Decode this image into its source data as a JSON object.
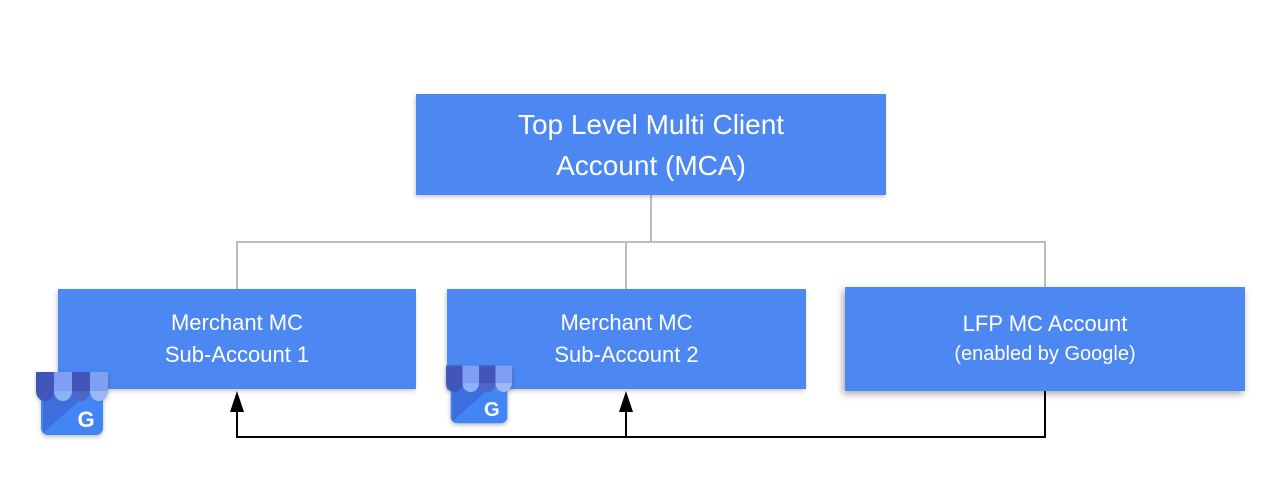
{
  "diagram": {
    "title_implicit": "Merchant Center account hierarchy",
    "colors": {
      "node_fill": "#4d87f1",
      "node_text": "#ffffff",
      "tree_connector": "#bdbdbd",
      "arrow_connector": "#000000",
      "background": "#ffffff",
      "icon_body": "#4285f4",
      "icon_body_shade": "#3d6ede",
      "icon_awning_dark": "#4156b8",
      "icon_awning_light": "#7e9ff2"
    },
    "nodes": {
      "mca": {
        "line1": "Top Level Multi Client",
        "line2": "Account (MCA)"
      },
      "sub1": {
        "line1": "Merchant MC",
        "line2": "Sub-Account 1"
      },
      "sub2": {
        "line1": "Merchant MC",
        "line2": "Sub-Account 2"
      },
      "lfp": {
        "line1": "LFP MC Account",
        "line2": "(enabled by Google)"
      }
    },
    "icons": {
      "business1": {
        "name": "google-my-business-icon",
        "letter": "G"
      },
      "business2": {
        "name": "google-my-business-icon",
        "letter": "G"
      }
    },
    "edges": {
      "tree": "MCA branches to Sub-Account 1, Sub-Account 2 and LFP MC Account",
      "arrows": "LFP MC Account links back up to Sub-Account 1 and Sub-Account 2"
    }
  }
}
